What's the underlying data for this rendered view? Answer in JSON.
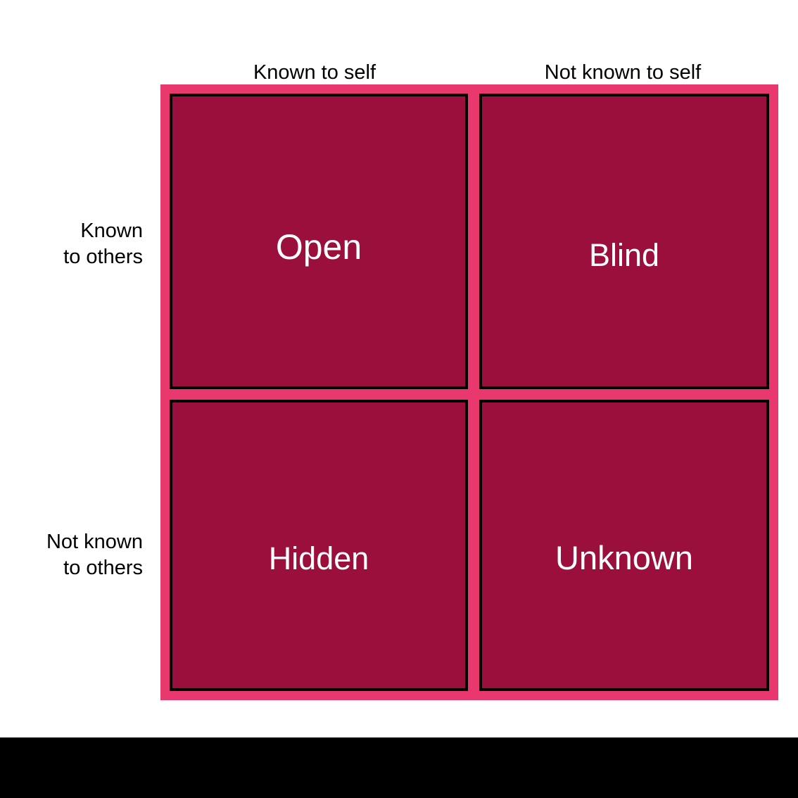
{
  "diagram": {
    "type": "johari-window",
    "column_headers": [
      {
        "id": "known-to-self",
        "label": "Known to self"
      },
      {
        "id": "not-known-to-self",
        "label": "Not known to self"
      }
    ],
    "row_headers": [
      {
        "id": "known-to-others",
        "line1": "Known",
        "line2": "to others"
      },
      {
        "id": "not-known-to-others",
        "line1": "Not known",
        "line2": "to others"
      }
    ],
    "quadrants": [
      {
        "id": "open",
        "label": "Open",
        "row": "known-to-others",
        "column": "known-to-self"
      },
      {
        "id": "blind",
        "label": "Blind",
        "row": "known-to-others",
        "column": "not-known-to-self"
      },
      {
        "id": "hidden",
        "label": "Hidden",
        "row": "not-known-to-others",
        "column": "known-to-self"
      },
      {
        "id": "unknown",
        "label": "Unknown",
        "row": "not-known-to-others",
        "column": "not-known-to-self"
      }
    ],
    "colors": {
      "frame": "#e8386e",
      "cell_fill": "#9a0f3c",
      "cell_border": "#000000",
      "cell_label": "#ffffff",
      "header_text": "#000000",
      "background": "#ffffff",
      "bottom_bar": "#000000"
    }
  }
}
